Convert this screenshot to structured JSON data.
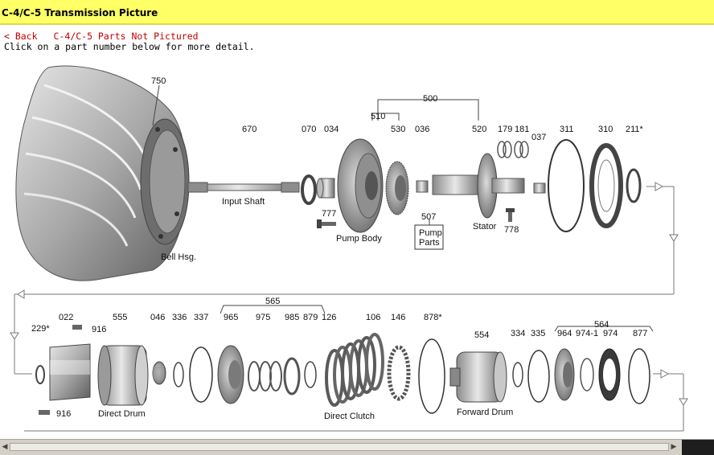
{
  "header": {
    "title": "C-4/C-5 Transmission Picture"
  },
  "nav": {
    "back": "< Back",
    "not_pictured": "C-4/C-5 Parts Not Pictured"
  },
  "instruction": "Click on a part number below for more detail.",
  "parts": {
    "750": "750",
    "670": "670",
    "070": "070",
    "034": "034",
    "510": "510",
    "500": "500",
    "530": "530",
    "036": "036",
    "520": "520",
    "179": "179",
    "181": "181",
    "037": "037",
    "311": "311",
    "310": "310",
    "211": "211*",
    "777": "777",
    "507": "507",
    "778": "778",
    "565": "565",
    "564": "564",
    "022": "022",
    "555": "555",
    "046": "046",
    "336": "336",
    "337": "337",
    "965": "965",
    "975": "975",
    "985": "985",
    "879": "879",
    "126": "126",
    "106": "106",
    "146": "146",
    "878": "878*",
    "229": "229*",
    "916a": "916",
    "916b": "916",
    "554": "554",
    "334": "334",
    "335": "335",
    "964": "964",
    "9741": "974-1",
    "974": "974",
    "877": "877"
  },
  "labels": {
    "bell": "Bell Hsg.",
    "input_shaft": "Input Shaft",
    "pump_body": "Pump Body",
    "pump_parts_1": "Pump",
    "pump_parts_2": "Parts",
    "stator": "Stator",
    "direct_drum": "Direct Drum",
    "direct_clutch": "Direct Clutch",
    "forward_drum": "Forward Drum"
  }
}
